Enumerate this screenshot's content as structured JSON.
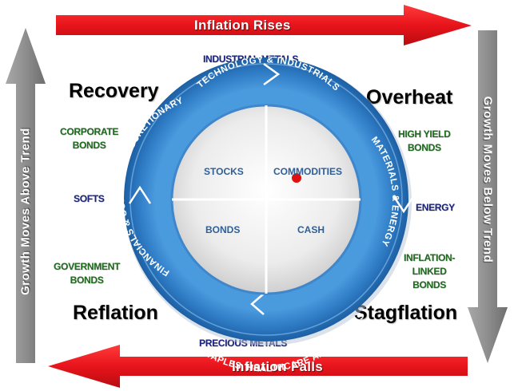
{
  "arrows": {
    "top": "Inflation Rises",
    "bottom": "Inflation Falls",
    "left": "Growth Moves Above Trend",
    "right": "Growth Moves Below Trend"
  },
  "phases": {
    "top_left": "Recovery",
    "top_right": "Overheat",
    "bottom_left": "Reflation",
    "bottom_right": "Stagflation"
  },
  "assets": {
    "industrial_metals": "INDUSTRIAL METALS",
    "corporate_bonds": [
      "CORPORATE",
      "BONDS"
    ],
    "softs": "SOFTS",
    "government_bonds": [
      "GOVERNMENT",
      "BONDS"
    ],
    "high_yield_bonds": [
      "HIGH YIELD",
      "BONDS"
    ],
    "energy": "ENERGY",
    "inflation_linked_bonds": [
      "INFLATION-",
      "LINKED",
      "BONDS"
    ],
    "precious_metals": "PRECIOUS METALS"
  },
  "wheel": {
    "sectors": {
      "top": "TECHNOLOGY & INDUSTRIALS",
      "right": "MATERIALS & ENERGY",
      "bottom": "TELECOM, STAPLES, HEALTHCARE AND UTILITIES",
      "left": "FINANCIALS & CONSUMER DISCRETIONARY"
    },
    "quadrants": {
      "top_left": "STOCKS",
      "top_right": "COMMODITIES",
      "bottom_left": "BONDS",
      "bottom_right": "CASH"
    },
    "marker_quadrant": "COMMODITIES"
  },
  "colors": {
    "arrow_red": "#e8141b",
    "arrow_gray": "#8e8e8e",
    "wheel_blue": "#2e7bc4",
    "wheel_blue_light": "#4b9be0",
    "asset_green": "#1e6b1e",
    "asset_navy": "#1a237e",
    "marker": "#e01010"
  }
}
